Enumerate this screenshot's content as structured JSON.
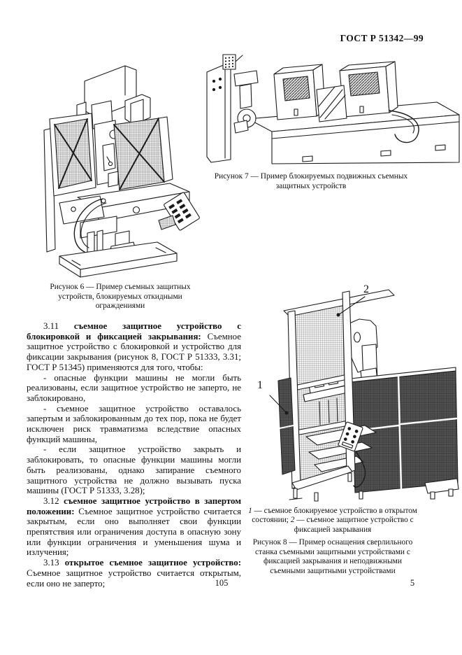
{
  "page": {
    "header": "ГОСТ Р 51342—99",
    "page_number_left": "105",
    "page_number_right": "5"
  },
  "figure6": {
    "caption": "Рисунок 6 — Пример съемных защитных устройств, блокируемых откидными ограждениями"
  },
  "figure7": {
    "caption": "Рисунок 7 — Пример блокируемых подвижных съемных защитных устройств"
  },
  "figure8": {
    "callout_1": "1",
    "callout_2": "2",
    "legend_parts": [
      {
        "n": "1",
        "t": " — съемное блокируемое устройство в открытом состоянии; "
      },
      {
        "n": "2",
        "t": " — съемное защитное устройство с фиксацией закрывания"
      }
    ],
    "caption": "Рисунок 8 — Пример оснащения сверлильного станка съемными защитными устройствами с фиксацией закрывания и неподвижными съемными защитными устройствами"
  },
  "body": {
    "clause_3_11": {
      "num": "3.11",
      "term": "съемное защитное устройство с блокировкой и фиксацией закрывания:",
      "text": "Съемное защитное устройство с блокировкой и устройство для фиксации закрывания (рисунок 8, ГОСТ Р 51333, 3.31; ГОСТ Р 51345) применяются для того, чтобы:"
    },
    "item1": "- опасные функции машины не могли быть реализованы, если защитное устройство не заперто, не заблокировано,",
    "item2": "- съемное защитное устройство оставалось запертым и заблокированным до тех пор, пока не будет исключен риск травматизма вследствие опасных функций машины,",
    "item3": "- если защитное устройство закрыть и заблокировать, то опасные функции машины могли быть реализованы, однако запирание съемного защитного устройства не должно вызывать пуска машины (ГОСТ Р 51333, 3.28);",
    "clause_3_12": {
      "num": "3.12",
      "term": "съемное защитное устройство в запертом положении:",
      "text": "Съемное защитное устройство считается закрытым, если оно выполняет свои функции препятствия или ограничения доступа в опасную зону или функции ограничения и уменьшения шума и излучения;"
    },
    "clause_3_13": {
      "num": "3.13",
      "term": "открытое съемное защитное устройство:",
      "text": "Съемное защитное устройство считается открытым, если оно не заперто;"
    }
  }
}
